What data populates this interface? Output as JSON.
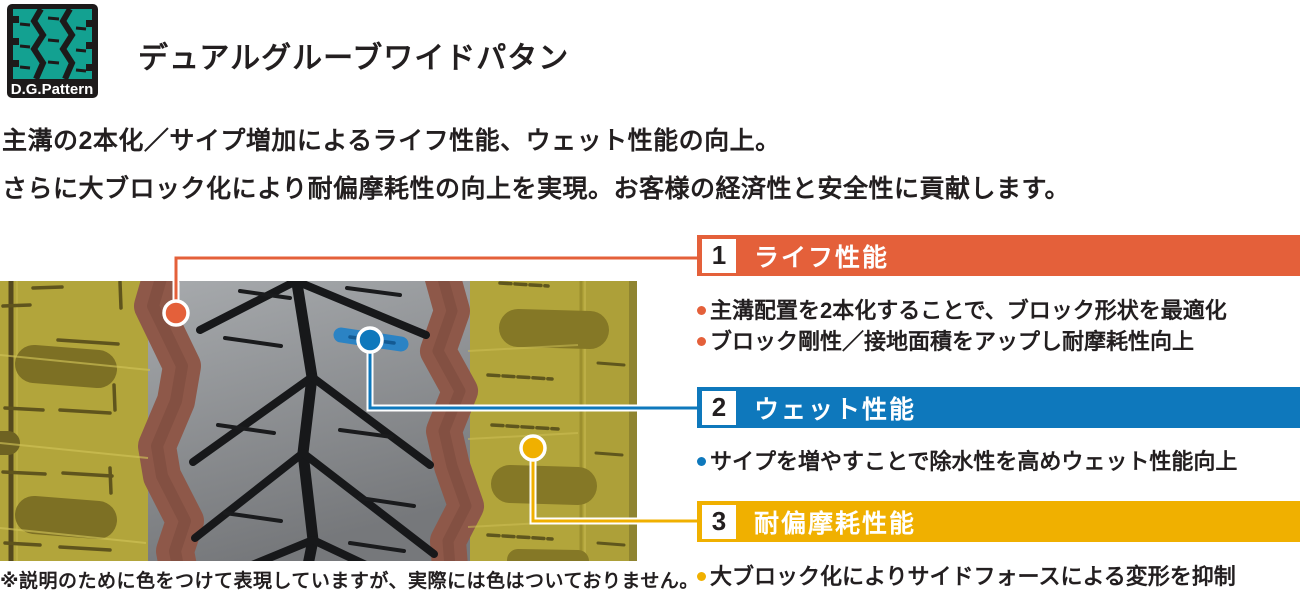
{
  "logo": {
    "caption": "D.G.Pattern",
    "teal": "#13a191",
    "bg": "#1d1a1a"
  },
  "header": {
    "title": "デュアルグルーブワイドパタン"
  },
  "intro": {
    "line1": "主溝の2本化／サイプ増加によるライフ性能、ウェット性能の向上。",
    "line2": "さらに大ブロック化により耐偏摩耗性の向上を実現。お客様の経済性と安全性に貢献します。"
  },
  "sections": [
    {
      "num": "1",
      "title": "ライフ性能",
      "color": "#e4603a",
      "bullets": [
        "主溝配置を2本化することで、ブロック形状を最適化",
        "ブロック剛性／接地面積をアップし耐摩耗性向上"
      ]
    },
    {
      "num": "2",
      "title": "ウェット性能",
      "color": "#0e78bc",
      "bullets": [
        "サイプを増やすことで除水性を高めウェット性能向上"
      ]
    },
    {
      "num": "3",
      "title": "耐偏摩耗性能",
      "color": "#f0b000",
      "bullets": [
        "大ブロック化によりサイドフォースによる変形を抑制"
      ]
    }
  ],
  "footnote": "※説明のために色をつけて表現していますが、実際には色はついておりません。",
  "tire_colors": {
    "shoulder_yellow": "#b2a53b",
    "main_groove_brown": "#8e5849",
    "block_gray": "#8f9295",
    "groove_black": "#17181a",
    "sipe_highlight_blue": "#2b83c4"
  }
}
